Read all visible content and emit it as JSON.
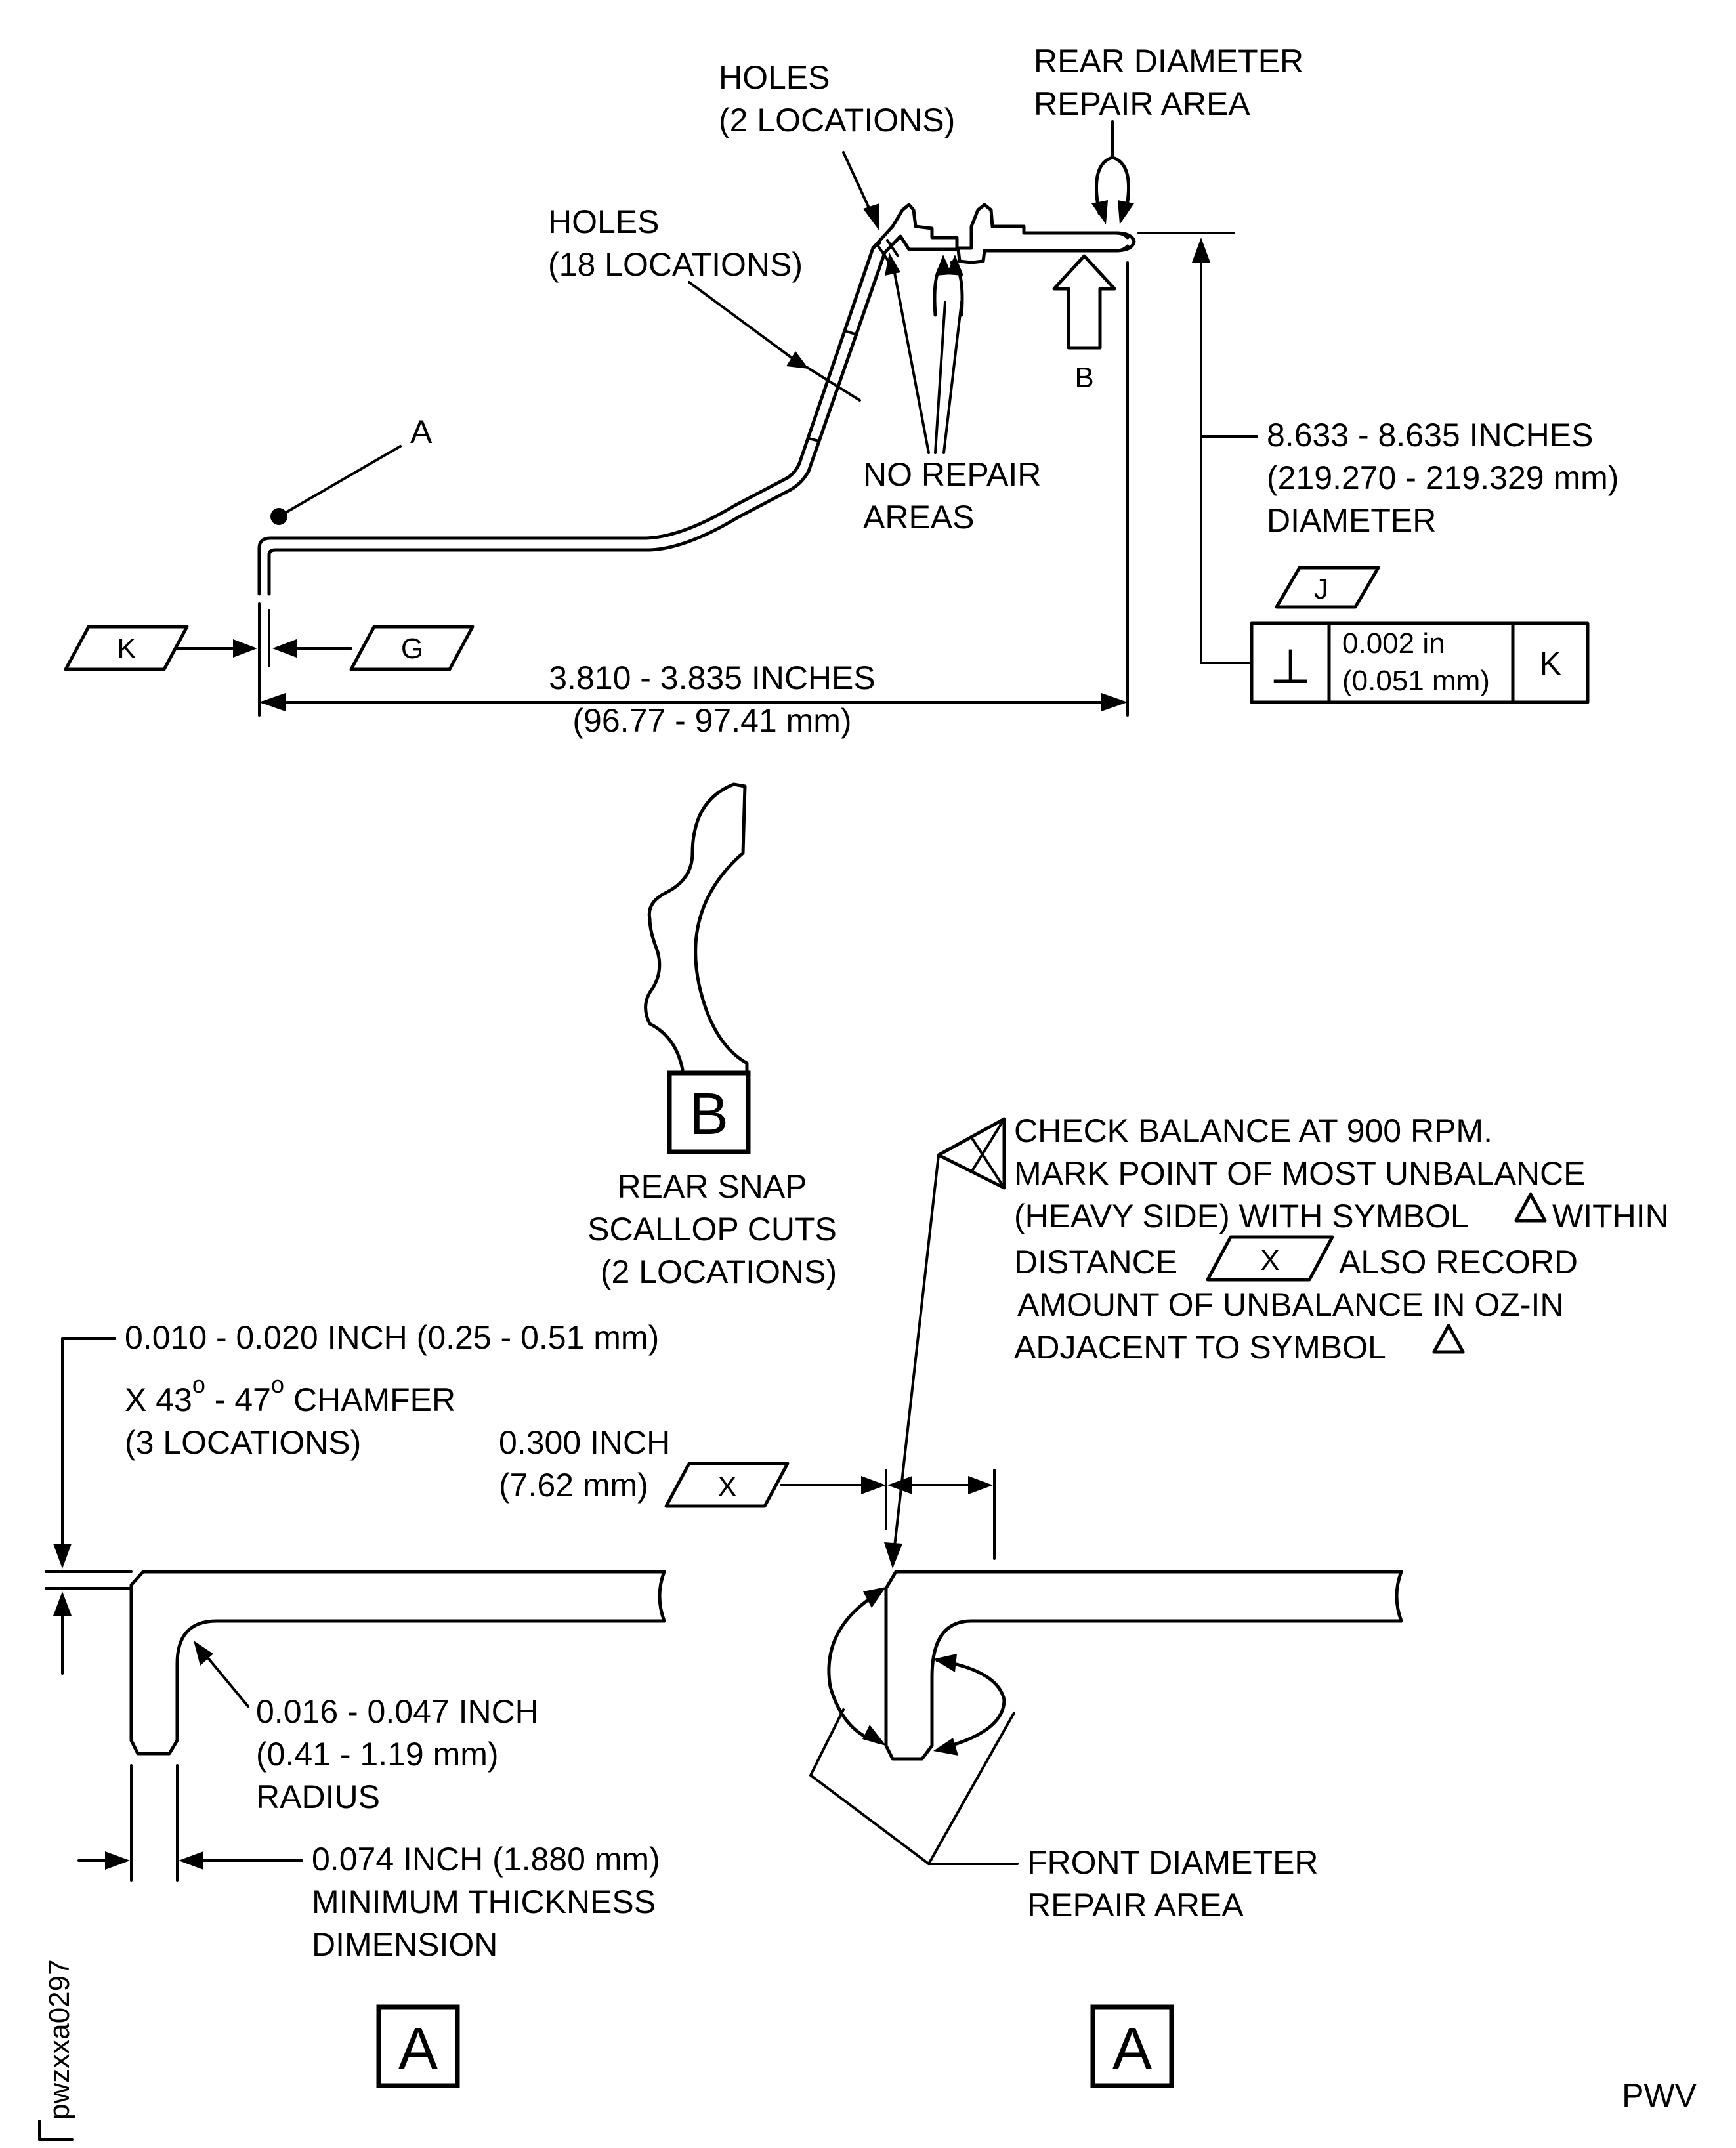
{
  "labels": {
    "holes_2": [
      "HOLES",
      "(2 LOCATIONS)"
    ],
    "rear_diameter": [
      "REAR DIAMETER",
      "REPAIR AREA"
    ],
    "holes_18": [
      "HOLES",
      "(18 LOCATIONS)"
    ],
    "point_a": "A",
    "arrow_b": "B",
    "no_repair": [
      "NO REPAIR",
      "AREAS"
    ],
    "diameter_dim": [
      "8.633 - 8.635 INCHES",
      "(219.270 - 219.329 mm)",
      "DIAMETER"
    ],
    "datum_j": "J",
    "datum_k": "K",
    "datum_g": "G",
    "length_dim": [
      "3.810 - 3.835 INCHES",
      "(96.77 - 97.41 mm)"
    ],
    "fcf": {
      "symbol": "⊥",
      "tol_in": "0.002 in",
      "tol_mm": "(0.051 mm)",
      "datum": "K"
    },
    "view_b": "B",
    "rear_snap": [
      "REAR SNAP",
      "SCALLOP CUTS",
      "(2 LOCATIONS)"
    ],
    "balance_note": [
      "CHECK BALANCE AT 900 RPM.",
      "MARK POINT OF MOST UNBALANCE",
      "(HEAVY SIDE) WITH SYMBOL",
      "WITHIN",
      "DISTANCE",
      "ALSO RECORD",
      "AMOUNT OF UNBALANCE IN OZ-IN",
      "ADJACENT TO SYMBOL"
    ],
    "datum_x": "X",
    "chamfer": [
      "0.010 - 0.020 INCH (0.25 - 0.51 mm)",
      "X 43",
      "o",
      " - 47",
      "o",
      " CHAMFER",
      "(3 LOCATIONS)"
    ],
    "x_dist": [
      "0.300 INCH",
      "(7.62 mm)"
    ],
    "radius": [
      "0.016 - 0.047 INCH",
      "(0.41 - 1.19 mm)",
      "RADIUS"
    ],
    "thickness": [
      "0.074 INCH (1.880 mm)",
      "MINIMUM THICKNESS",
      "DIMENSION"
    ],
    "front_diameter": [
      "FRONT DIAMETER",
      "REPAIR AREA"
    ],
    "view_a": "A",
    "figure_id": "pwzxxa0297",
    "code": "PWV"
  }
}
